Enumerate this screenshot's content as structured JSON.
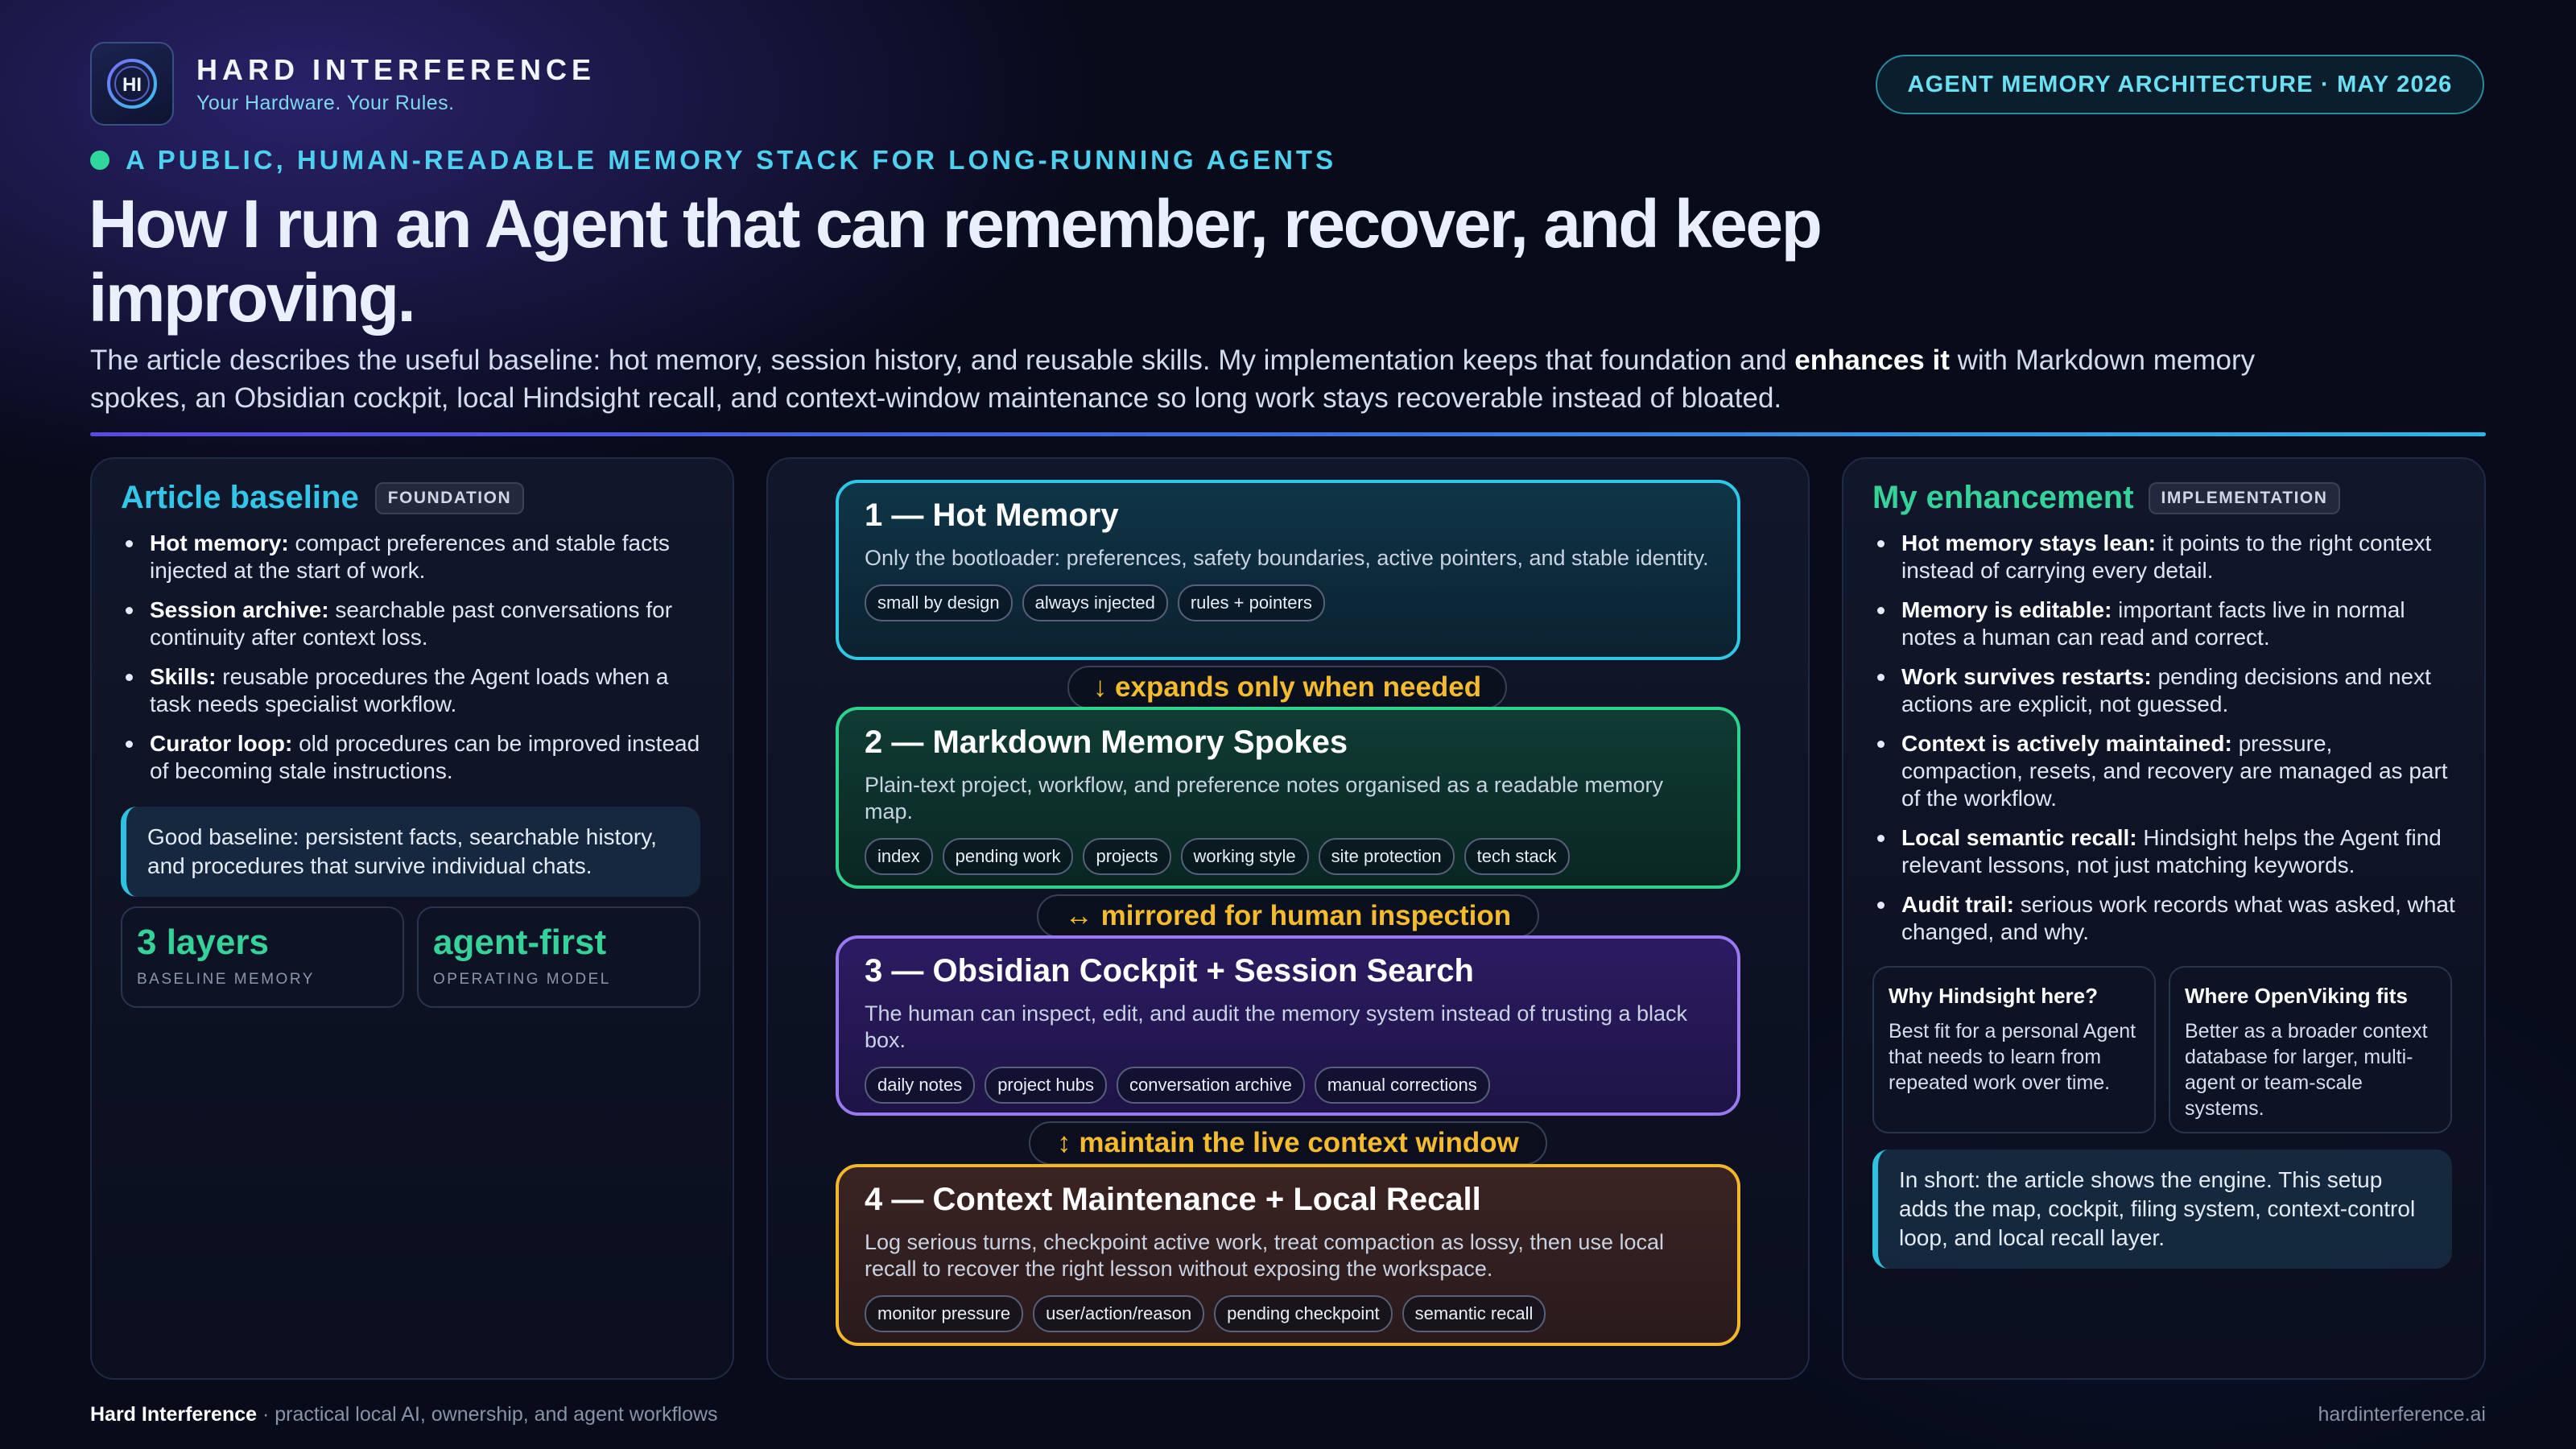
{
  "brand": {
    "name": "HARD INTERFERENCE",
    "tagline": "Your Hardware. Your Rules.",
    "logo_text": "HI"
  },
  "top_badge": "AGENT MEMORY ARCHITECTURE · MAY 2026",
  "kicker": "A PUBLIC, HUMAN-READABLE MEMORY STACK FOR LONG-RUNNING AGENTS",
  "headline": "How I run an Agent that can remember, recover, and keep improving.",
  "subline": {
    "before": "The article describes the useful baseline: hot memory, session history, and reusable skills. My implementation keeps that foundation and ",
    "bold": "enhances it",
    "after": " with Markdown memory spokes, an Obsidian cockpit, local Hindsight recall, and context-window maintenance so long work stays recoverable instead of bloated."
  },
  "left_panel": {
    "title": "Article baseline",
    "chip": "FOUNDATION",
    "items": [
      {
        "bold": "Hot memory:",
        "text": " compact preferences and stable facts injected at the start of work."
      },
      {
        "bold": "Session archive:",
        "text": " searchable past conversations for continuity after context loss."
      },
      {
        "bold": "Skills:",
        "text": " reusable procedures the Agent loads when a task needs specialist workflow."
      },
      {
        "bold": "Curator loop:",
        "text": " old procedures can be improved instead of becoming stale instructions."
      }
    ],
    "callout": "Good baseline: persistent facts, searchable history, and procedures that survive individual chats.",
    "stats": [
      {
        "value": "3 layers",
        "label": "BASELINE MEMORY"
      },
      {
        "value": "agent-first",
        "label": "OPERATING MODEL"
      }
    ]
  },
  "layers": [
    {
      "title": "1 — Hot Memory",
      "desc": "Only the bootloader: preferences, safety boundaries, active pointers, and stable identity.",
      "tags": [
        "small by design",
        "always injected",
        "rules + pointers"
      ]
    },
    {
      "title": "2 — Markdown Memory Spokes",
      "desc": "Plain-text project, workflow, and preference notes organised as a readable memory map.",
      "tags": [
        "index",
        "pending work",
        "projects",
        "working style",
        "site protection",
        "tech stack"
      ]
    },
    {
      "title": "3 — Obsidian Cockpit + Session Search",
      "desc": "The human can inspect, edit, and audit the memory system instead of trusting a black box.",
      "tags": [
        "daily notes",
        "project hubs",
        "conversation archive",
        "manual corrections"
      ]
    },
    {
      "title": "4 — Context Maintenance + Local Recall",
      "desc": "Log serious turns, checkpoint active work, treat compaction as lossy, then use local recall to recover the right lesson without exposing the workspace.",
      "tags": [
        "monitor pressure",
        "user/action/reason",
        "pending checkpoint",
        "semantic recall"
      ]
    }
  ],
  "connectors": [
    "↓ expands only when needed",
    "↔ mirrored for human inspection",
    "↕ maintain the live context window"
  ],
  "right_panel": {
    "title": "My enhancement",
    "chip": "IMPLEMENTATION",
    "items": [
      {
        "bold": "Hot memory stays lean:",
        "text": " it points to the right context instead of carrying every detail."
      },
      {
        "bold": "Memory is editable:",
        "text": " important facts live in normal notes a human can read and correct."
      },
      {
        "bold": "Work survives restarts:",
        "text": " pending decisions and next actions are explicit, not guessed."
      },
      {
        "bold": "Context is actively maintained:",
        "text": " pressure, compaction, resets, and recovery are managed as part of the workflow."
      },
      {
        "bold": "Local semantic recall:",
        "text": " Hindsight helps the Agent find relevant lessons, not just matching keywords."
      },
      {
        "bold": "Audit trail:",
        "text": " serious work records what was asked, what changed, and why."
      }
    ],
    "cards": [
      {
        "title": "Why Hindsight here?",
        "body": "Best fit for a personal Agent that needs to learn from repeated work over time."
      },
      {
        "title": "Where OpenViking fits",
        "body": "Better as a broader context database for larger, multi-agent or team-scale systems."
      }
    ],
    "callout": "In short: the article shows the engine. This setup adds the map, cockpit, filing system, context-control loop, and local recall layer."
  },
  "footer": {
    "brand": "Hard Interference",
    "text": " · practical local AI, ownership, and agent workflows",
    "url": "hardinterference.ai"
  },
  "colors": {
    "accent_cyan": "#2fc2e0",
    "accent_green": "#35d39a",
    "connector_amber": "#f5bb2e",
    "layer1": "#2ec8e6",
    "layer2": "#2fd28c",
    "layer3": "#9a78f0",
    "layer4": "#f2b62c"
  }
}
